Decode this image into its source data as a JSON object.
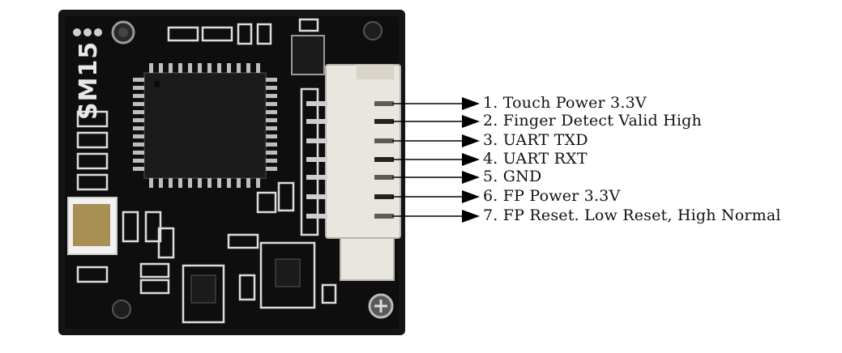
{
  "board": {
    "silkscreen_model": "SM15"
  },
  "pins": [
    {
      "label": "1. Touch Power 3.3V"
    },
    {
      "label": "2. Finger Detect Valid High"
    },
    {
      "label": "3. UART TXD"
    },
    {
      "label": "4. UART RXT"
    },
    {
      "label": "5. GND"
    },
    {
      "label": "6. FP Power 3.3V"
    },
    {
      "label": "7. FP Reset. Low Reset, High Normal"
    }
  ],
  "colors": {
    "pcb": "#121212",
    "silkscreen": "#e6e6e6",
    "connector": "#e9e6df",
    "arrow": "#000000"
  }
}
